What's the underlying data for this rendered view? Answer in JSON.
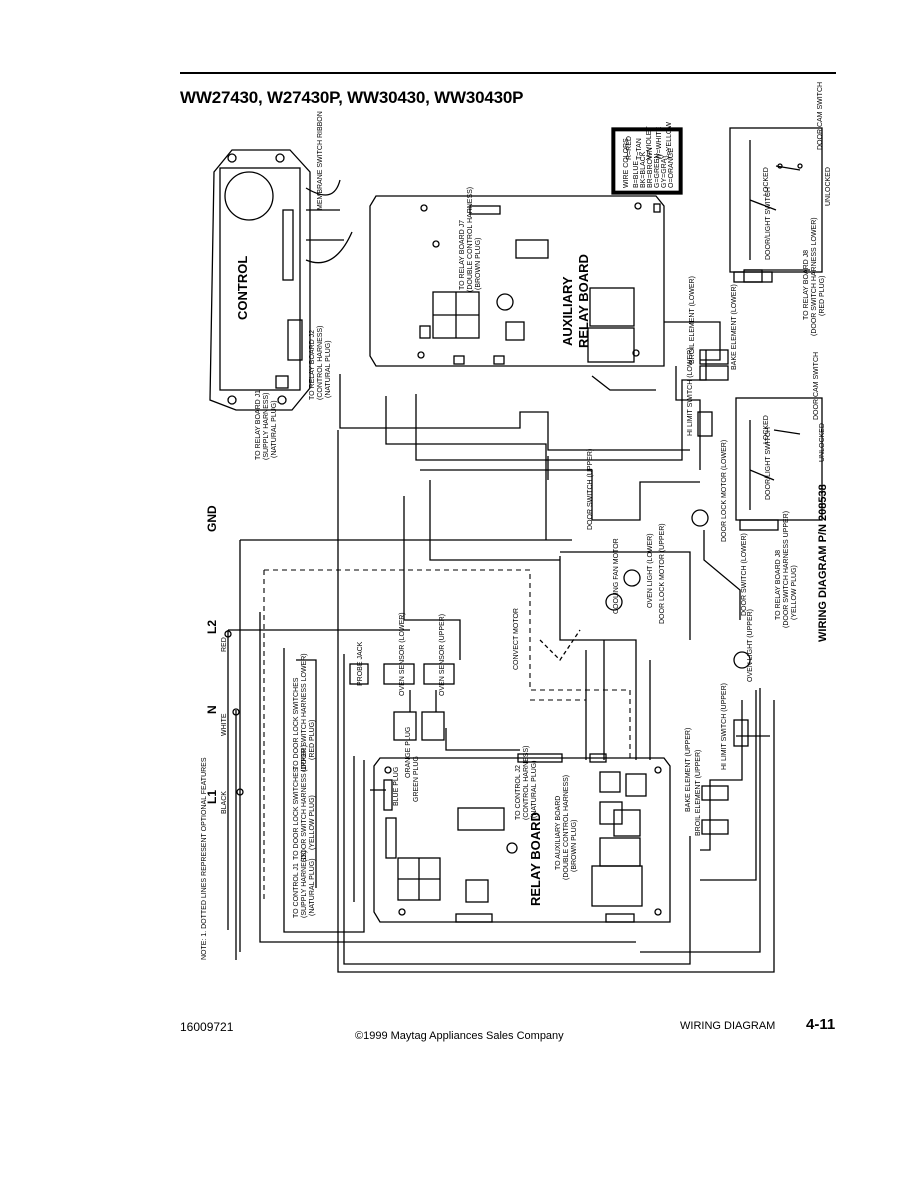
{
  "header": {
    "title": "WW27430, W27430P, WW30430, WW30430P"
  },
  "diagram": {
    "control_label": "CONTROL",
    "membrane_label": "MEMBRANE SWITCH RIBBON",
    "aux_board_label_1": "AUXILIARY",
    "aux_board_label_2": "RELAY BOARD",
    "relay_board_label": "RELAY BOARD",
    "to_relay_j1": "TO RELAY BOARD J1",
    "to_relay_j1_sub": "(SUPPLY HARNESS)",
    "to_relay_j1_plug": "(NATURAL PLUG)",
    "to_relay_j2": "TO RELAY BOARD J2",
    "to_relay_j2_sub": "(CONTROL HARNESS)",
    "to_relay_j2_plug": "(NATURAL PLUG)",
    "to_relay_j7": "TO RELAY BOARD J7",
    "to_relay_j7_sub": "(DOUBLE CONTROL HARNESS)",
    "to_relay_j7_plug": "(BROWN PLUG)",
    "to_relay_j8_top": "TO RELAY BOARD J8",
    "to_relay_j8_top_sub": "(DOOR SWITCH HARNESS LOWER)",
    "to_relay_j8_top_plug": "(RED PLUG)",
    "to_relay_j8_mid": "TO RELAY BOARD J8",
    "to_relay_j8_mid_sub": "(DOOR SWITCH HARNESS UPPER)",
    "to_relay_j8_mid_plug": "(YELLOW PLUG)",
    "gnd": "GND",
    "l2": "L2",
    "l2_color": "RED",
    "n": "N",
    "n_color": "WHITE",
    "l1": "L1",
    "l1_color": "BLACK",
    "wire_color_title": "WIRE COLORS",
    "wire_colors": [
      "B=BLUE",
      "BK=BLACK",
      "BR=BROWN",
      "G=GREEN",
      "GY=GRAY",
      "O=ORANGE",
      "R=RED",
      "T=TAN",
      "V=VIOLET",
      "W=WHITE",
      "Y=YELLOW"
    ],
    "locked": "LOCKED",
    "unlocked": "UNLOCKED",
    "door_cam_switch": "DOOR CAM SWITCH",
    "door_light_switch": "DOOR/LIGHT SWITCH",
    "door_lock_motor_lower": "DOOR LOCK MOTOR (LOWER)",
    "door_lock_motor_upper": "DOOR LOCK MOTOR (UPPER)",
    "cooling_fan": "COOLING FAN MOTOR",
    "convect_motor": "CONVECT MOTOR",
    "oven_light_lower": "OVEN LIGHT (LOWER)",
    "oven_light_upper": "OVEN LIGHT (UPPER)",
    "hi_limit_lower": "HI LIMIT SWITCH (LOWER)",
    "hi_limit_upper": "HI LIMIT SWITCH (UPPER)",
    "broil_element_lower": "BROIL ELEMENT (LOWER)",
    "bake_element_lower": "BAKE ELEMENT (LOWER)",
    "broil_element_upper": "BROIL ELEMENT (UPPER)",
    "bake_element_upper": "BAKE ELEMENT (UPPER)",
    "door_switch_upper": "DOOR SWITCH (UPPER)",
    "door_switch_lower": "DOOR SWITCH (LOWER)",
    "probe_jack": "PROBE JACK",
    "oven_sensor_lower": "OVEN SENSOR (LOWER)",
    "oven_sensor_upper": "OVEN SENSOR (UPPER)",
    "to_control_j2": "TO CONTROL J2",
    "to_control_j2_sub": "(CONTROL HARNESS)",
    "to_control_j2_plug": "(NATURAL PLUG)",
    "to_aux_board": "TO AUXILIARY BOARD",
    "to_aux_board_sub": "(DOUBLE CONTROL HARNESS)",
    "to_aux_board_plug": "(BROWN PLUG)",
    "to_control_j1": "TO CONTROL J1",
    "to_control_j1_sub": "(SUPPLY HARNESS)",
    "to_control_j1_plug": "(NATURAL PLUG)",
    "to_door_lock_upper": "TO DOOR LOCK SWITCHES",
    "to_door_lock_upper_sub": "(DOOR SWITCH HARNESS UPPER)",
    "to_door_lock_upper_plug": "(YELLOW PLUG)",
    "to_door_lock_lower": "TO DOOR LOCK SWITCHES",
    "to_door_lock_lower_sub": "(DOOR SWITCH HARNESS LOWER)",
    "to_door_lock_lower_plug": "(RED PLUG)",
    "green_plug": "GREEN PLUG",
    "orange_plug": "ORANGE PLUG",
    "blue_plug": "BLUE PLUG",
    "wiring_diagram_pn": "WIRING DIAGRAM P/N 208538",
    "note": "NOTE: 1. DOTTED LINES REPRESENT OPTIONAL FEATURES"
  },
  "footer": {
    "doc_number": "16009721",
    "copyright": "©1999 Maytag Appliances Sales Company",
    "section": "WIRING DIAGRAM",
    "page": "4-11"
  }
}
